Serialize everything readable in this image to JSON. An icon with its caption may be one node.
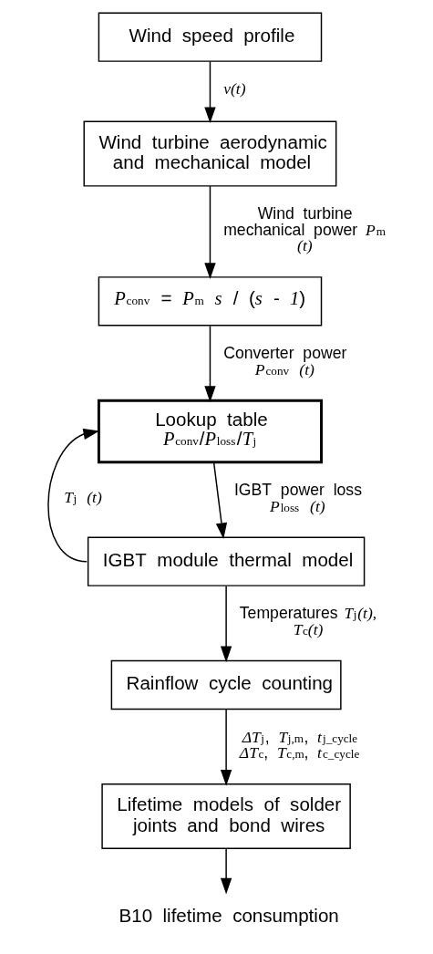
{
  "diagram": {
    "nodes": [
      {
        "text": [
          "Wind speed profile"
        ]
      },
      {
        "text": [
          "Wind turbine aerodynamic and mechanical model"
        ]
      },
      {
        "text": [
          "*P*$_{conv}$ = *P*$_{m}$ *s* / (*s* - *1*)"
        ]
      },
      {
        "text": [
          "Lookup table",
          "*P*$_{conv}$/*P*$_{loss}$/*T*$_{j}$"
        ]
      },
      {
        "text": [
          "IGBT module thermal model"
        ]
      },
      {
        "text": [
          "Rainflow cycle counting"
        ]
      },
      {
        "text": [
          "Lifetime models of solder joints and bond wires"
        ]
      },
      {
        "text": [
          "B10 lifetime consumption"
        ]
      }
    ],
    "edges": [
      {
        "from": 0,
        "to": 1,
        "arrow": "to",
        "label": "*v(t)*"
      },
      {
        "from": 1,
        "to": 2,
        "arrow": "to",
        "label": "Wind turbine mechanical power *P*$_{m}$ *(t)*"
      },
      {
        "from": 2,
        "to": 3,
        "arrow": "to",
        "label": "Converter power *P*$_{conv}$ *(t)*"
      },
      {
        "from": 3,
        "to": 4,
        "arrow": "to",
        "label": "IGBT power loss *P*$_{loss}$ *(t)*"
      },
      {
        "from": 4,
        "to": 5,
        "arrow": "to",
        "label": "Temperatures *T*$_{j}$*(t),* *T*$_{c}$*(t)*"
      },
      {
        "from": 4,
        "to": 3,
        "arrow": "to",
        "label": "*T*$_{j}$ *(t)*"
      },
      {
        "from": 5,
        "to": 6,
        "arrow": "to",
        "label": "*ΔT*$_{j}$, *T*$_{j,m}$, *t*$_{j_cycle}$ *ΔT*$_{c}$, *T*$_{c,m}$, *t*$_{c_cycle}$"
      },
      {
        "from": 6,
        "to": 7,
        "arrow": "to"
      }
    ]
  }
}
